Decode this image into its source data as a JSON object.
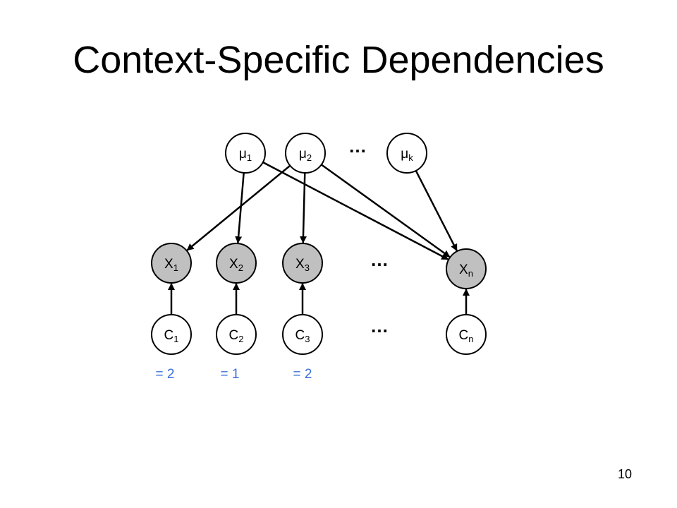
{
  "slide": {
    "title": "Context-Specific Dependencies",
    "page_number": "10"
  },
  "colors": {
    "node_fill_observed": "#c0c0c0",
    "node_fill_plain": "#ffffff",
    "stroke": "#000000",
    "assignment_text": "#3a6fd8"
  },
  "diagram": {
    "mu_nodes": [
      {
        "base": "μ",
        "sub": "1"
      },
      {
        "base": "μ",
        "sub": "2"
      },
      {
        "base": "μ",
        "sub": "k"
      }
    ],
    "x_nodes": [
      {
        "base": "X",
        "sub": "1"
      },
      {
        "base": "X",
        "sub": "2"
      },
      {
        "base": "X",
        "sub": "3"
      },
      {
        "base": "X",
        "sub": "n"
      }
    ],
    "c_nodes": [
      {
        "base": "C",
        "sub": "1"
      },
      {
        "base": "C",
        "sub": "2"
      },
      {
        "base": "C",
        "sub": "3"
      },
      {
        "base": "C",
        "sub": "n"
      }
    ],
    "ellipsis": "…",
    "assignments": [
      "= 2",
      "= 1",
      "= 2"
    ],
    "edges": [
      {
        "from": "mu1",
        "to": "x2"
      },
      {
        "from": "mu1",
        "to": "xn"
      },
      {
        "from": "mu2",
        "to": "x1"
      },
      {
        "from": "mu2",
        "to": "x3"
      },
      {
        "from": "mu2",
        "to": "xn"
      },
      {
        "from": "muk",
        "to": "xn"
      },
      {
        "from": "c1",
        "to": "x1"
      },
      {
        "from": "c2",
        "to": "x2"
      },
      {
        "from": "c3",
        "to": "x3"
      },
      {
        "from": "cn",
        "to": "xn"
      }
    ]
  }
}
